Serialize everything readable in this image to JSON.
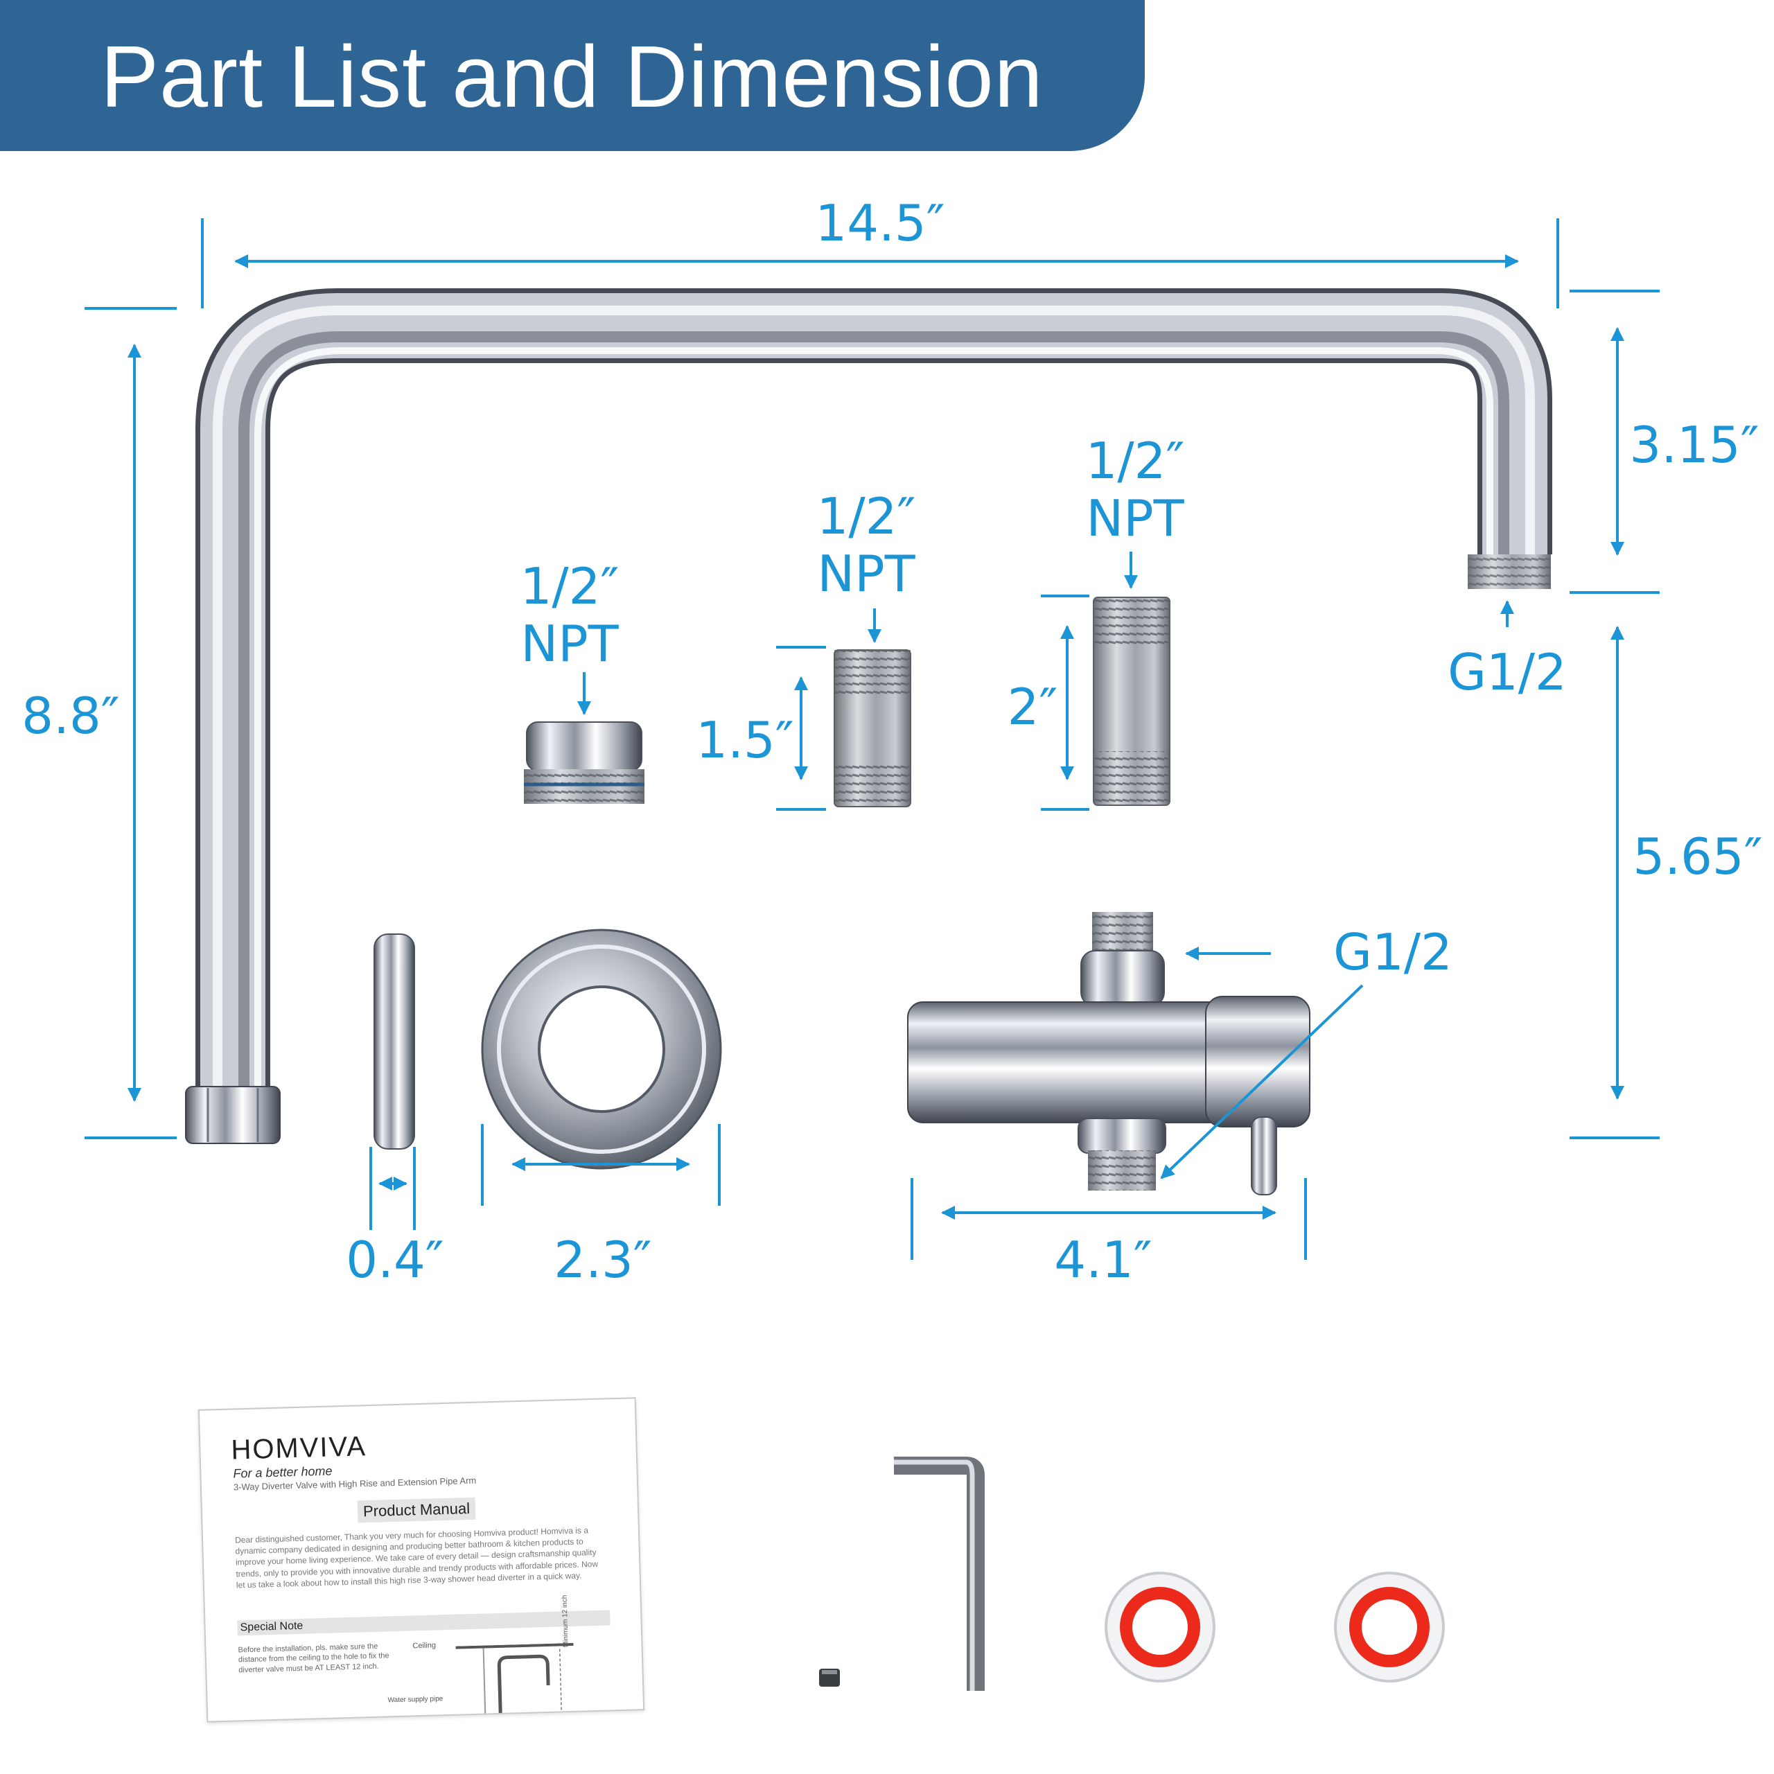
{
  "title": "Part List and Dimension",
  "dimensions": {
    "arm_width": "14.5″",
    "arm_height": "8.8″",
    "arm_drop": "3.15″",
    "arm_outlet": "G1/2",
    "valve_height": "5.65″",
    "adapter_thread_line1": "1/2″",
    "adapter_thread_line2": "NPT",
    "nipple_short_thread_line1": "1/2″",
    "nipple_short_thread_line2": "NPT",
    "nipple_short_length": "1.5″",
    "nipple_long_thread_line1": "1/2″",
    "nipple_long_thread_line2": "NPT",
    "nipple_long_length": "2″",
    "flange_thickness": "0.4″",
    "flange_diameter": "2.3″",
    "valve_thread": "G1/2",
    "valve_width": "4.1″"
  },
  "manual": {
    "brand": "HOMVIVA",
    "tagline": "For a better home",
    "subtitle": "3-Way Diverter Valve with High Rise and Extension Pipe Arm",
    "heading": "Product Manual",
    "body": "Dear distinguished customer, Thank you very much for choosing Homviva product! Homviva is a dynamic company dedicated in designing and producing better bathroom & kitchen products to improve your home living experience. We take care of every detail — design craftsmanship quality trends, only to provide you with innovative durable and trendy products with affordable prices. Now let us take a look about how to install this high rise 3-way shower head diverter in a quick way.",
    "note_heading": "Special Note",
    "note_text": "Before the installation, pls. make sure the distance from the ceiling to the hole to fix the diverter valve must be AT LEAST 12 inch.",
    "ceiling_label": "Ceiling",
    "supply_label": "Water supply pipe",
    "min_label": "Minimum 12 inch"
  },
  "colors": {
    "banner": "#2f6595",
    "dimension": "#1b95d6",
    "tape": "#ec2a1c",
    "chrome_dark": "#4a505b",
    "chrome_light": "#f4f6fa"
  }
}
